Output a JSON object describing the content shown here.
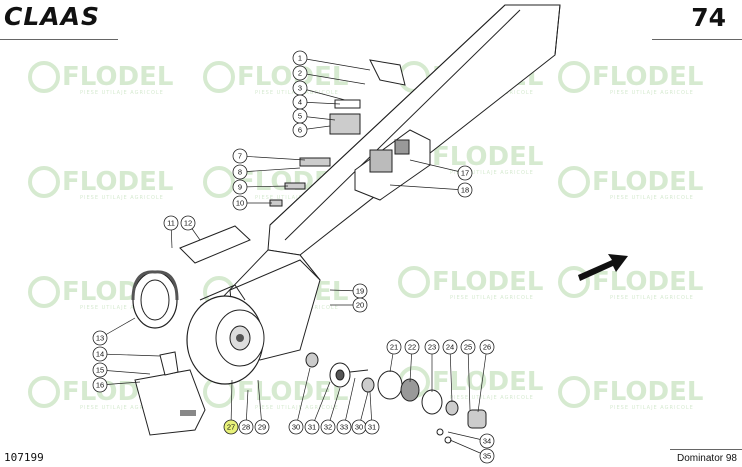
{
  "header": {
    "brand": "CLAAS",
    "page_number": "74"
  },
  "footer": {
    "document_code": "107199",
    "model": "Dominator 98"
  },
  "watermark": {
    "text": "FLODEL",
    "subtitle": "PIESE UTILAJE AGRICOLE",
    "color": "#d6ead0"
  },
  "highlight_color": "#e8f27a",
  "callouts": [
    "1",
    "2",
    "3",
    "4",
    "5",
    "6",
    "7",
    "8",
    "9",
    "10",
    "11",
    "12",
    "13",
    "14",
    "15",
    "16",
    "17",
    "18",
    "19",
    "20",
    "21",
    "22",
    "23",
    "24",
    "25",
    "26",
    "27",
    "28",
    "29",
    "30",
    "31",
    "32",
    "33",
    "30",
    "31",
    "34",
    "35"
  ],
  "highlighted_callout": "27"
}
